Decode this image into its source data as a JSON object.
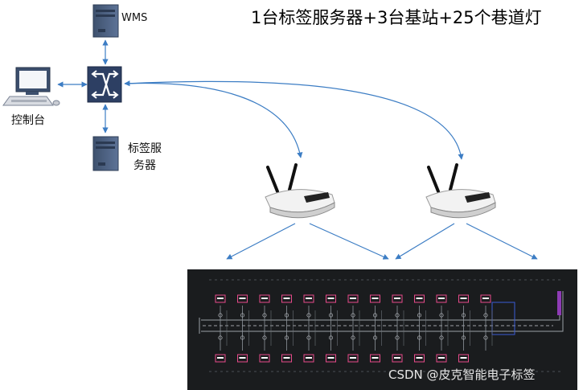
{
  "title": "1台标签服务器+3台基站+25个巷道灯",
  "nodes": {
    "wms": {
      "label": "WMS",
      "icon": "server-icon"
    },
    "console": {
      "label": "控制台",
      "icon": "workstation-icon"
    },
    "switch": {
      "icon": "switch-icon"
    },
    "tag_server": {
      "line1": "标签服",
      "line2": "务器",
      "icon": "server-icon"
    },
    "router_left": {
      "icon": "wireless-router-icon"
    },
    "router_right": {
      "icon": "wireless-router-icon"
    }
  },
  "floorplan": {
    "icon": "warehouse-cad-floorplan",
    "background": "#1a1c1e"
  },
  "watermark": "CSDN @皮克智能电子标签",
  "colors": {
    "connector": "#3c7dc4",
    "server": "#4b5f7e",
    "switch": "#2d3f63"
  }
}
